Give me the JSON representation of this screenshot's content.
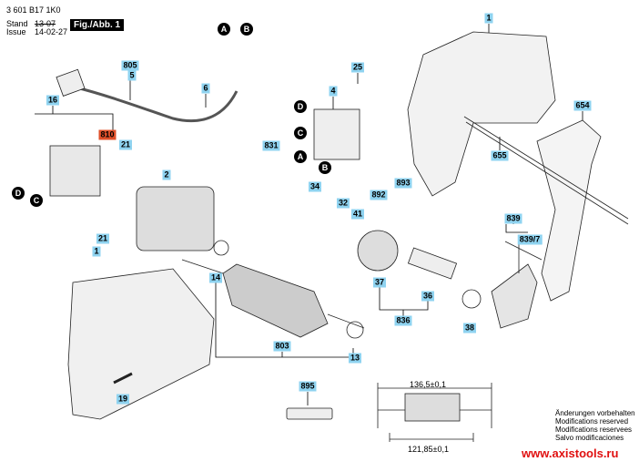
{
  "header": {
    "part_number": "3 601 B17 1K0",
    "stand_label": "Stand",
    "issue_label": "Issue",
    "old_date": "13-07",
    "issue_date": "14-02-27",
    "figure_label": "Fig./Abb. 1"
  },
  "labels": [
    {
      "id": "1",
      "color": "blue"
    },
    {
      "id": "805",
      "color": "blue"
    },
    {
      "id": "5",
      "color": "blue"
    },
    {
      "id": "25",
      "color": "blue"
    },
    {
      "id": "4",
      "color": "blue"
    },
    {
      "id": "6",
      "color": "blue"
    },
    {
      "id": "16",
      "color": "blue"
    },
    {
      "id": "810",
      "color": "red"
    },
    {
      "id": "21",
      "color": "blue"
    },
    {
      "id": "2",
      "color": "blue"
    },
    {
      "id": "831",
      "color": "blue"
    },
    {
      "id": "34",
      "color": "blue"
    },
    {
      "id": "32",
      "color": "blue"
    },
    {
      "id": "41",
      "color": "blue"
    },
    {
      "id": "892",
      "color": "blue"
    },
    {
      "id": "893",
      "color": "blue"
    },
    {
      "id": "654",
      "color": "blue"
    },
    {
      "id": "655",
      "color": "blue"
    },
    {
      "id": "839",
      "color": "blue"
    },
    {
      "id": "839/7",
      "color": "blue"
    },
    {
      "id": "21",
      "color": "blue"
    },
    {
      "id": "1",
      "color": "blue"
    },
    {
      "id": "14",
      "color": "blue"
    },
    {
      "id": "37",
      "color": "blue"
    },
    {
      "id": "36",
      "color": "blue"
    },
    {
      "id": "836",
      "color": "blue"
    },
    {
      "id": "38",
      "color": "blue"
    },
    {
      "id": "803",
      "color": "blue"
    },
    {
      "id": "13",
      "color": "blue"
    },
    {
      "id": "895",
      "color": "blue"
    },
    {
      "id": "19",
      "color": "blue"
    }
  ],
  "connectors": [
    "A",
    "B",
    "D",
    "C",
    "A",
    "B",
    "D",
    "C"
  ],
  "dimensions": {
    "overall": "136,5±0,1",
    "inner": "121,85±0,1"
  },
  "notes": [
    "Änderungen vorbehalten",
    "Modifications reserved",
    "Modifications reservees",
    "Salvo modificaciones"
  ],
  "watermark": "www.axistools.ru",
  "colors": {
    "label": "#8fd3f0",
    "label_highlight": "#e0502a",
    "watermark": "#e01010"
  }
}
